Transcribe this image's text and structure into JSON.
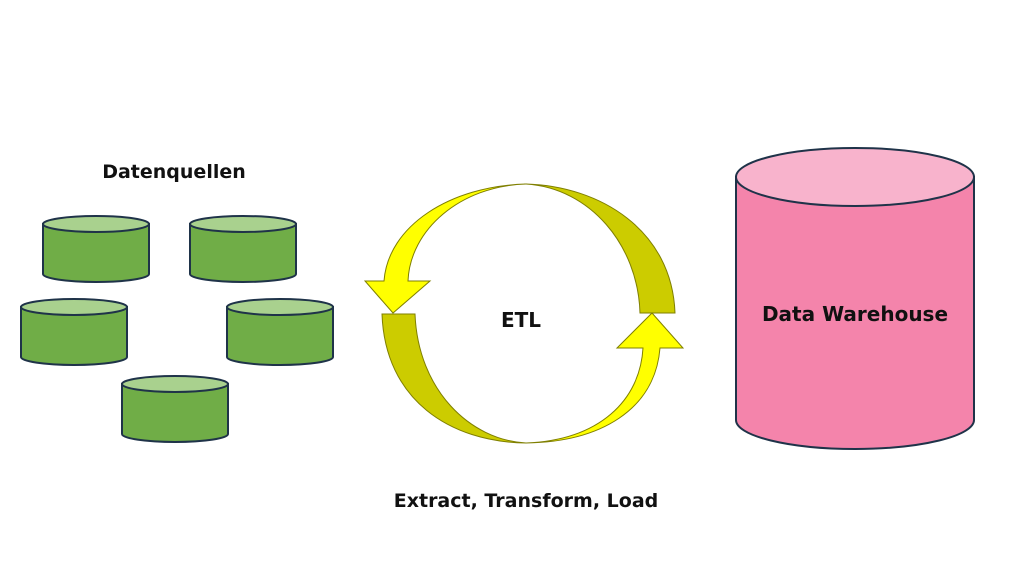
{
  "sources": {
    "title": "Datenquellen",
    "count": 5,
    "colors": {
      "body": "#70ad47",
      "top": "#a9d18e",
      "stroke": "#1f3349"
    }
  },
  "etl": {
    "label": "ETL",
    "caption": "Extract, Transform, Load",
    "colors": {
      "bright": "#ffff00",
      "dark": "#cccc00",
      "stroke": "#7f7f00"
    }
  },
  "warehouse": {
    "label": "Data Warehouse",
    "colors": {
      "body": "#f484ab",
      "top": "#f8b3cc",
      "stroke": "#1f3349"
    }
  }
}
